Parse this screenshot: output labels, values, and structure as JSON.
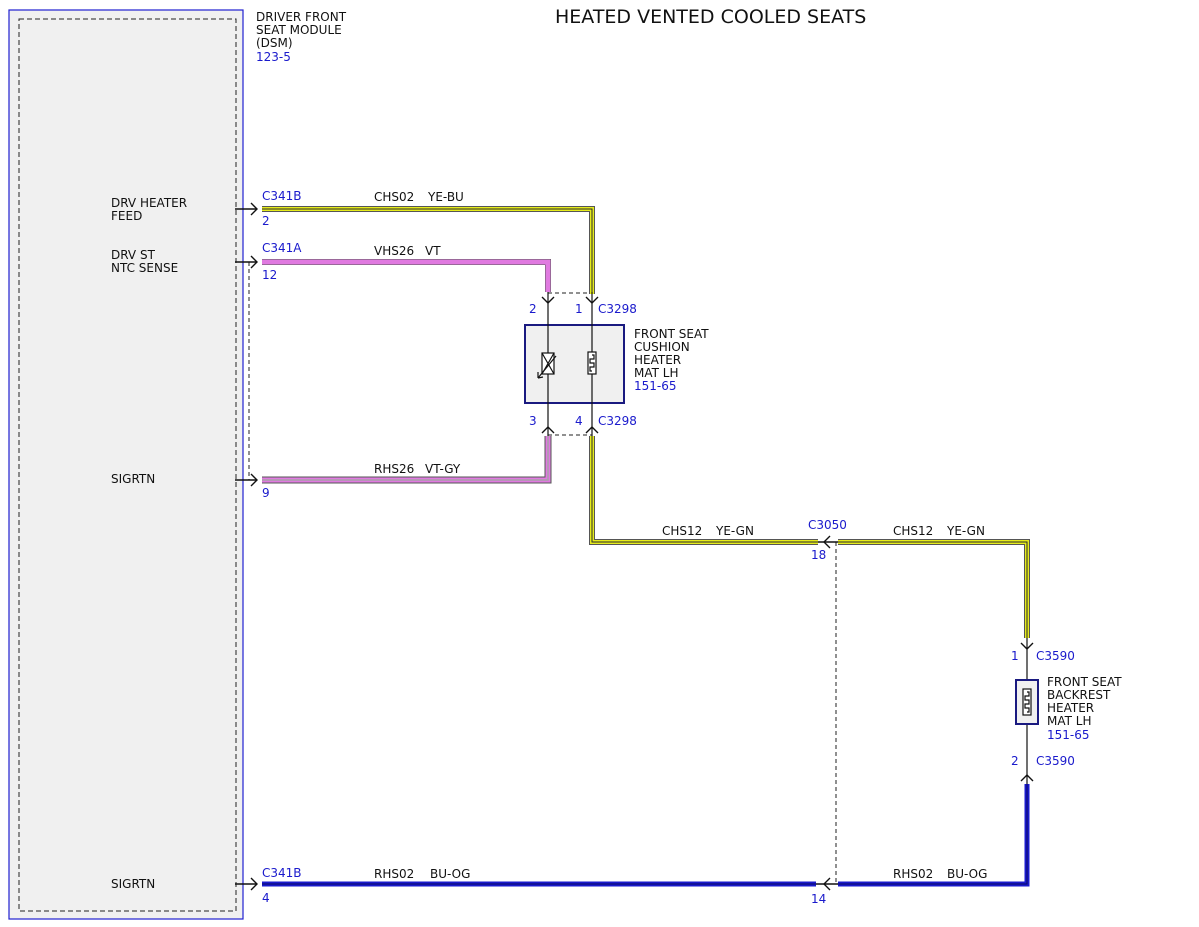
{
  "title": "HEATED VENTED COOLED SEATS",
  "module": {
    "line1": "DRIVER FRONT",
    "line2": "SEAT MODULE",
    "line3": "(DSM)",
    "ref": "123-5"
  },
  "pins": {
    "heater_feed": {
      "name1": "DRV HEATER",
      "name2": "FEED",
      "connector": "C341B",
      "pin": "2"
    },
    "ntc_sense": {
      "name1": "DRV ST",
      "name2": "NTC SENSE",
      "connector": "C341A",
      "pin": "12"
    },
    "sigrtn_a": {
      "name": "SIGRTN",
      "pin": "9"
    },
    "sigrtn_b": {
      "name": "SIGRTN",
      "connector": "C341B",
      "pin": "4"
    }
  },
  "wires": {
    "chs02": {
      "circuit": "CHS02",
      "color": "YE-BU"
    },
    "vhs26": {
      "circuit": "VHS26",
      "color": "VT"
    },
    "rhs26": {
      "circuit": "RHS26",
      "color": "VT-GY"
    },
    "chs12_a": {
      "circuit": "CHS12",
      "color": "YE-GN"
    },
    "chs12_b": {
      "circuit": "CHS12",
      "color": "YE-GN"
    },
    "rhs02_a": {
      "circuit": "RHS02",
      "color": "BU-OG"
    },
    "rhs02_b": {
      "circuit": "RHS02",
      "color": "BU-OG"
    }
  },
  "cushion": {
    "line1": "FRONT SEAT",
    "line2": "CUSHION",
    "line3": "HEATER",
    "line4": "MAT LH",
    "ref": "151-65",
    "connector_top": "C3298",
    "connector_bottom": "C3298",
    "pin_top_left": "2",
    "pin_top_right": "1",
    "pin_bottom_left": "3",
    "pin_bottom_right": "4"
  },
  "backrest": {
    "line1": "FRONT SEAT",
    "line2": "BACKREST",
    "line3": "HEATER",
    "line4": "MAT LH",
    "ref": "151-65",
    "connector_top": "C3590",
    "connector_bottom": "C3590",
    "pin_top": "1",
    "pin_bottom": "2"
  },
  "splice": {
    "connector": "C3050",
    "pin_upper": "18",
    "pin_lower": "14"
  },
  "colors": {
    "yellow": "#e6ec1c",
    "violet": "#e07ae0",
    "gray": "#a8a0a8",
    "blue": "#1a1acc",
    "box_fill": "#f0f0f0"
  }
}
